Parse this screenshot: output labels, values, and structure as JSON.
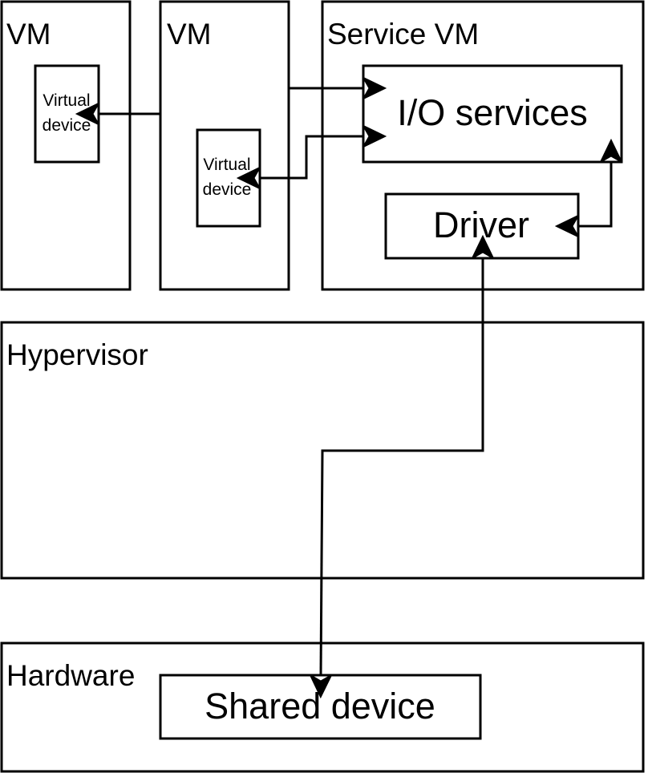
{
  "diagram": {
    "vm1": {
      "label": "VM",
      "device_line1": "Virtual",
      "device_line2": "device"
    },
    "vm2": {
      "label": "VM",
      "device_line1": "Virtual",
      "device_line2": "device"
    },
    "service_vm": {
      "label": "Service VM",
      "io_services": "I/O services",
      "driver": "Driver"
    },
    "hypervisor": {
      "label": "Hypervisor"
    },
    "hardware": {
      "label": "Hardware",
      "shared_device": "Shared device"
    },
    "colors": {
      "stroke": "#000000",
      "fill": "#ffffff"
    }
  }
}
